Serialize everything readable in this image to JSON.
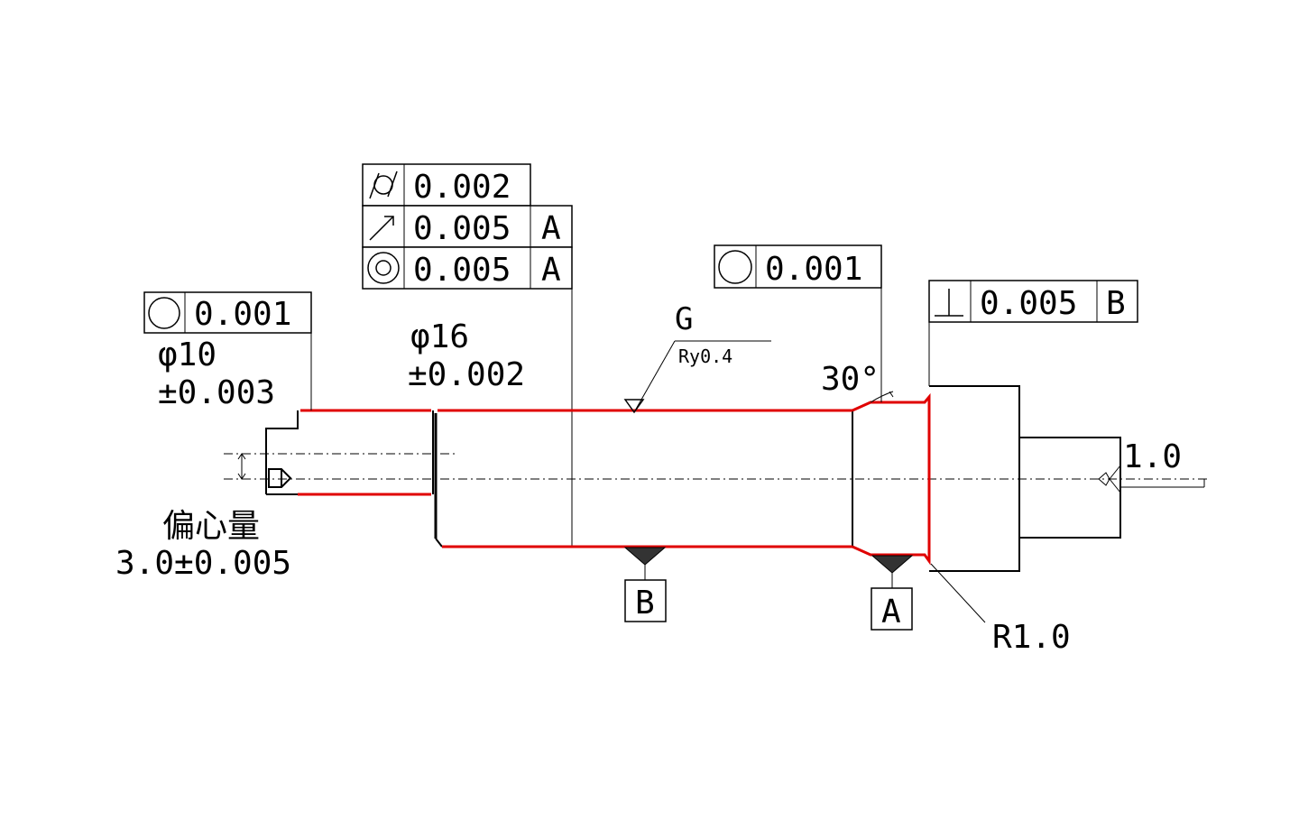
{
  "fcf_left": {
    "tolerance": "0.001",
    "symbol": "circularity-icon"
  },
  "dim_phi10": {
    "diameter": "φ10",
    "tol": "±0.003"
  },
  "fcf_stack": {
    "rows": [
      {
        "symbol": "cylindricity-icon",
        "tolerance": "0.002",
        "datum": ""
      },
      {
        "symbol": "runout-icon",
        "tolerance": "0.005",
        "datum": "A"
      },
      {
        "symbol": "concentricity-icon",
        "tolerance": "0.005",
        "datum": "A"
      }
    ]
  },
  "dim_phi16": {
    "diameter": "φ16",
    "tol": "±0.002"
  },
  "surface_finish": {
    "method": "G",
    "roughness": "Ry0.4"
  },
  "fcf_right_circ": {
    "tolerance": "0.001",
    "symbol": "circularity-icon"
  },
  "angle": "30°",
  "fcf_perp": {
    "symbol": "perpendicularity-icon",
    "tolerance": "0.005",
    "datum": "B"
  },
  "dim_right": "1.0",
  "eccentric": {
    "label": "偏心量",
    "value": "3.0±0.005"
  },
  "datum_b": "B",
  "datum_a": "A",
  "radius": "R1.0",
  "colors": {
    "highlight": "#e00000",
    "line": "#000000"
  }
}
